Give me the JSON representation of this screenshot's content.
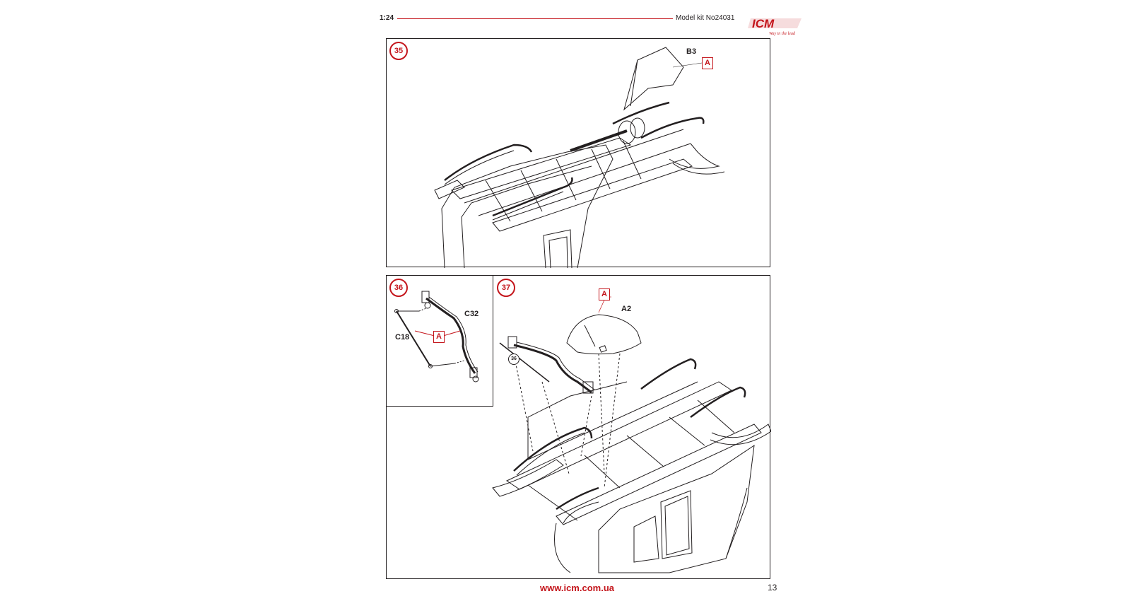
{
  "header": {
    "scale": "1:24",
    "kit": "Model kit No24031"
  },
  "logo": {
    "brand": "ICM",
    "tagline": "Way in the lead"
  },
  "steps": {
    "s35": {
      "number": "35",
      "part": "B3",
      "paint": "A"
    },
    "s36": {
      "number": "36",
      "part_upper": "C32",
      "part_lower": "C18",
      "paint": "A"
    },
    "s37": {
      "number": "37",
      "part": "A2",
      "paint": "A",
      "ref_step": "36"
    }
  },
  "footer": {
    "url": "www.icm.com.ua",
    "page": "13"
  },
  "colors": {
    "accent": "#c4161c",
    "ink": "#231f20"
  }
}
